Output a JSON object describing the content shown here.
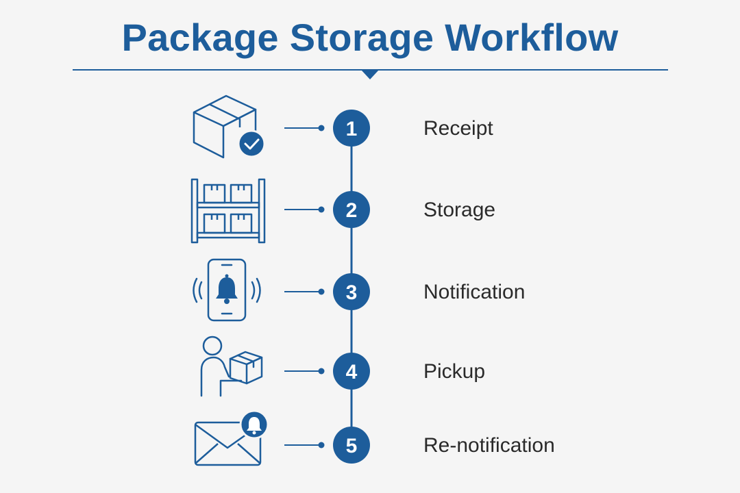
{
  "header": {
    "title": "Package Storage Workflow"
  },
  "colors": {
    "primary": "#1d5d9b",
    "line": "#1d5d9b",
    "text": "#2a2a2a",
    "background": "#f5f5f5"
  },
  "steps": [
    {
      "number": "1",
      "label": "Receipt",
      "icon": "package-check-icon"
    },
    {
      "number": "2",
      "label": "Storage",
      "icon": "storage-shelf-icon"
    },
    {
      "number": "3",
      "label": "Notification",
      "icon": "phone-bell-icon"
    },
    {
      "number": "4",
      "label": "Pickup",
      "icon": "person-package-icon"
    },
    {
      "number": "5",
      "label": "Re-notification",
      "icon": "envelope-bell-icon"
    }
  ]
}
